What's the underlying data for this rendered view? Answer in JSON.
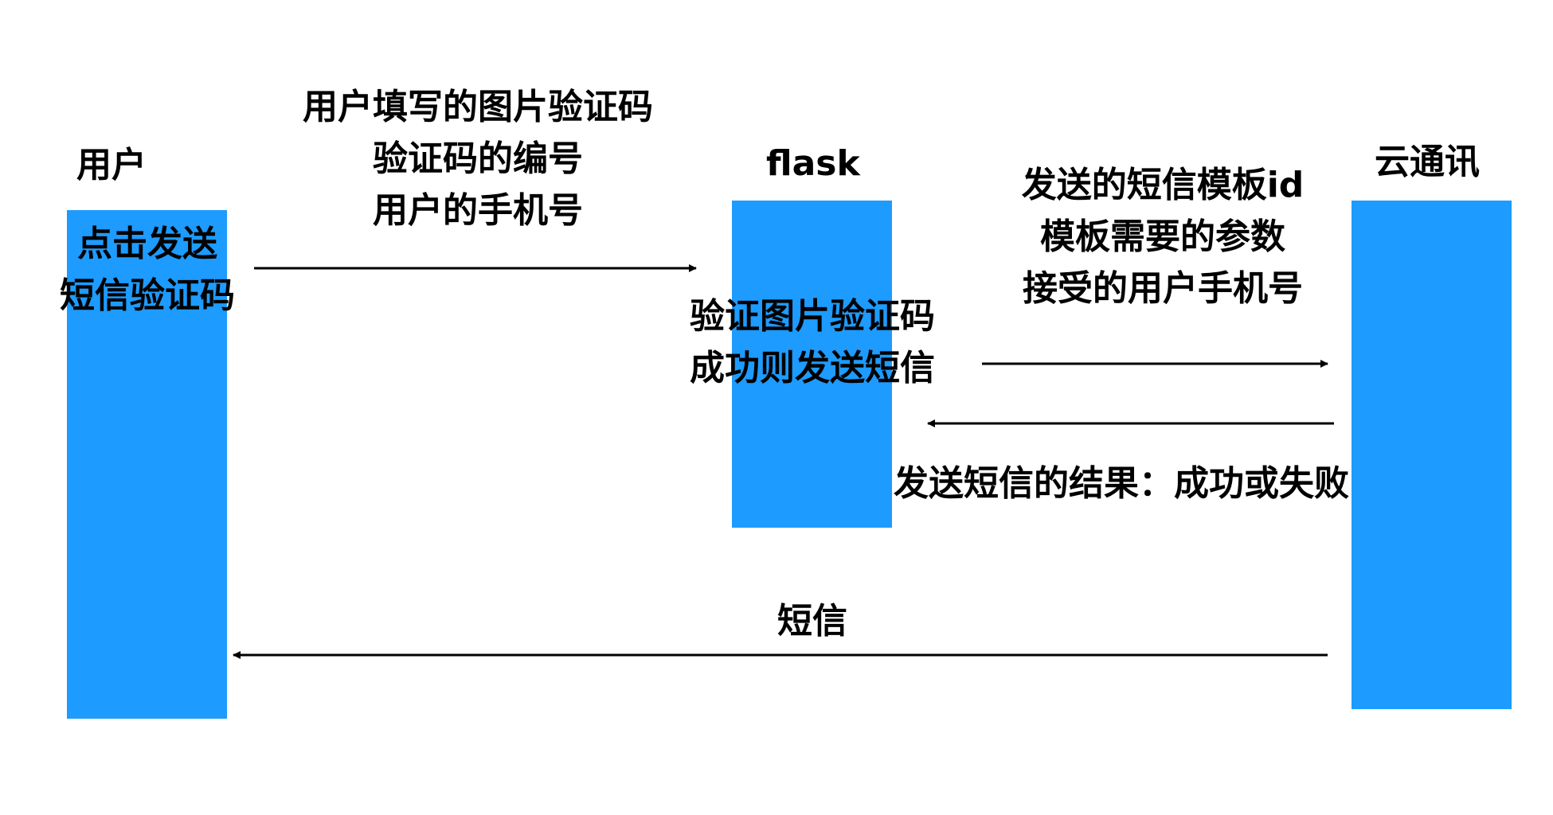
{
  "participants": {
    "user": "用户",
    "flask": "flask",
    "cloud": "云通讯"
  },
  "user_action": [
    "点击发送",
    "短信验证码"
  ],
  "request_to_flask": [
    "用户填写的图片验证码",
    "验证码的编号",
    "用户的手机号"
  ],
  "flask_process": [
    "验证图片验证码",
    "成功则发送短信"
  ],
  "request_to_cloud": [
    "发送的短信模板id",
    "模板需要的参数",
    "接受的用户手机号"
  ],
  "cloud_response": "发送短信的结果：成功或失败",
  "sms_to_user": "短信",
  "colors": {
    "lifeline": "#1d9bff",
    "text": "#000000",
    "arrow": "#000000"
  }
}
